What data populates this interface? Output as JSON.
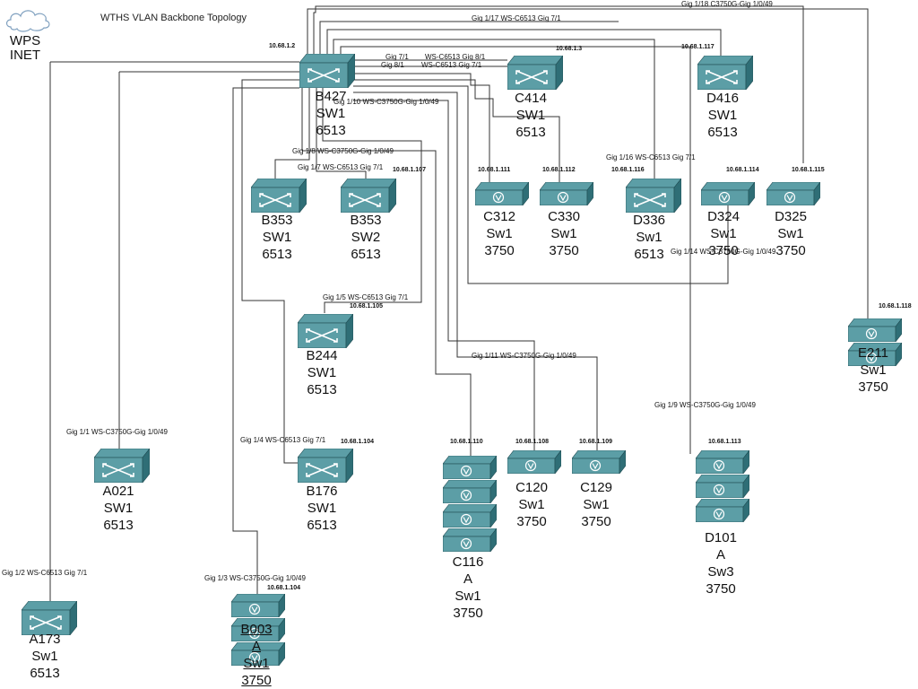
{
  "title": "WTHS VLAN Backbone Topology",
  "cloud": {
    "label": "WPS INET",
    "icon": "cloud-icon"
  },
  "nodes": [
    {
      "id": "b427",
      "kind": "core",
      "label": "B427\nSW1\n6513",
      "ip": "10.68.1.2"
    },
    {
      "id": "c414",
      "kind": "core",
      "label": "C414\nSW1\n6513",
      "ip": "10.68.1.3"
    },
    {
      "id": "d416",
      "kind": "core",
      "label": "D416\nSW1\n6513",
      "ip": "10.68.1.117"
    },
    {
      "id": "b353a",
      "kind": "core",
      "label": "B353\nSW1\n6513",
      "ip": ""
    },
    {
      "id": "b353b",
      "kind": "core",
      "label": "B353\nSW2\n6513",
      "ip": "10.68.1.107"
    },
    {
      "id": "c312",
      "kind": "access",
      "label": "C312\nSw1\n3750",
      "ip": "10.68.1.111"
    },
    {
      "id": "c330",
      "kind": "access",
      "label": "C330\nSw1\n3750",
      "ip": "10.68.1.112"
    },
    {
      "id": "d336",
      "kind": "core",
      "label": "D336\nSw1\n6513",
      "ip": "10.68.1.116"
    },
    {
      "id": "d324",
      "kind": "access",
      "label": "D324\nSw1\n3750",
      "ip": "10.68.1.114"
    },
    {
      "id": "d325",
      "kind": "access",
      "label": "D325\nSw1\n3750",
      "ip": "10.68.1.115"
    },
    {
      "id": "b244",
      "kind": "core",
      "label": "B244\nSW1\n6513",
      "ip": "10.68.1.105"
    },
    {
      "id": "e211",
      "kind": "access",
      "label": "E211\nSw1\n3750",
      "ip": "10.68.1.118"
    },
    {
      "id": "a021",
      "kind": "core",
      "label": "A021\nSW1\n6513",
      "ip": ""
    },
    {
      "id": "b176",
      "kind": "core",
      "label": "B176\nSW1\n6513",
      "ip": "10.68.1.104"
    },
    {
      "id": "c116",
      "kind": "access",
      "label": "C116\nA\nSw1\n3750",
      "ip": "10.68.1.110"
    },
    {
      "id": "c120",
      "kind": "access",
      "label": "C120\nSw1\n3750",
      "ip": "10.68.1.108"
    },
    {
      "id": "c129",
      "kind": "access",
      "label": "C129\nSw1\n3750",
      "ip": "10.68.1.109"
    },
    {
      "id": "d101",
      "kind": "access",
      "label": "D101\nA\nSw3\n3750",
      "ip": "10.68.1.113"
    },
    {
      "id": "a173",
      "kind": "core",
      "label": "A173\nSw1\n6513",
      "ip": ""
    },
    {
      "id": "b003",
      "kind": "access",
      "label": "B003\nA\nSw1\n3750",
      "ip": "10.68.1.104"
    }
  ],
  "links": [
    "Gig 1/18   C3750G-Gig 1/0/49",
    "Gig 1/17 WS-C6513  Gig 7/1",
    "Gig 7/1",
    "Gig 8/1",
    "WS-C6513  Gig 8/1",
    "WS-C6513  Gig 7/1",
    "Gig 1/10  WS-C3750G-Gig 1/0/49",
    "Gig 1/8 WS-C3750G-Gig 1/0/49",
    "Gig 1/7 WS-C6513  Gig 7/1",
    "Gig 1/16 WS-C6513  Gig 7/1",
    "Gig 1/14 WS-C3750G-Gig 1/0/49",
    "Gig 1/5 WS-C6513  Gig 7/1",
    "Gig 1/11    WS-C3750G-Gig 1/0/49",
    "Gig 1/9 WS-C3750G-Gig 1/0/49",
    "Gig 1/1 WS-C3750G-Gig 1/0/49",
    "Gig 1/4 WS-C6513  Gig 7/1",
    "Gig 1/2 WS-C6513  Gig 7/1",
    "Gig 1/3   WS-C3750G-Gig 1/0/49"
  ],
  "colors": {
    "switch_top": "#5c9ea6",
    "switch_side": "#2f6e76",
    "line": "#333333"
  }
}
